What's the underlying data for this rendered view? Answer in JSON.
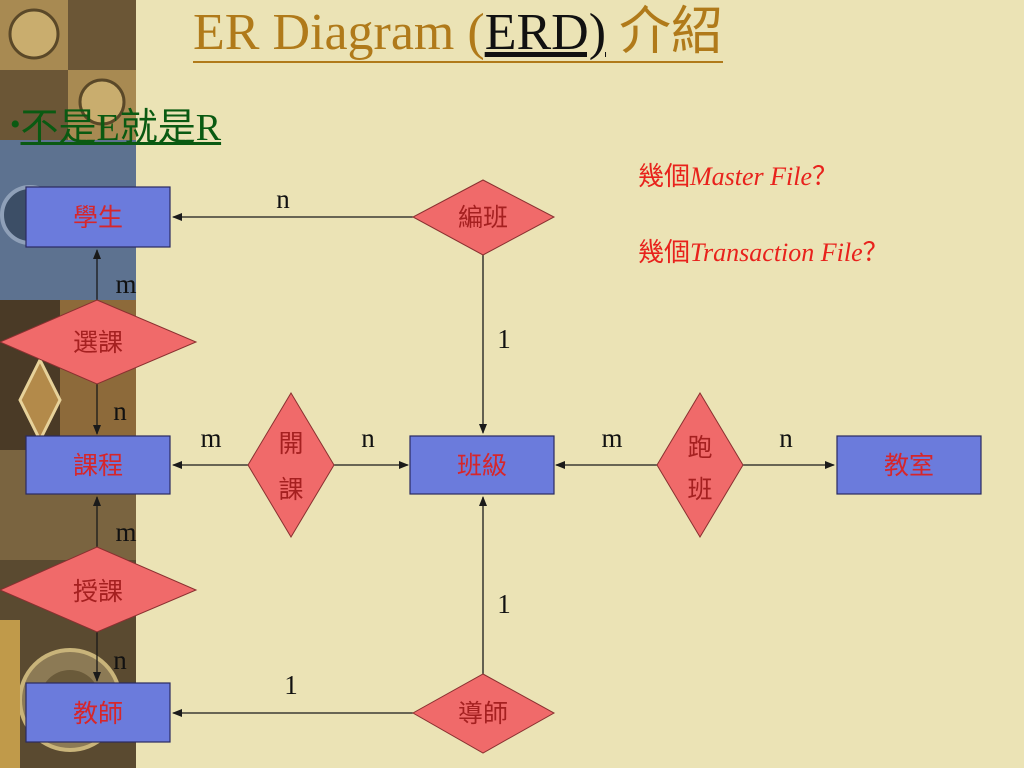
{
  "slide": {
    "title_prefix": "ER Diagram (",
    "title_erd": "ERD)",
    "title_suffix": " 介紹",
    "bullet_mark": "•",
    "bullet_text": "不是E就是R",
    "note_master_prefix": "幾個",
    "note_master_italic": "Master File",
    "note_master_q": "？",
    "note_trans_prefix": "幾個",
    "note_trans_italic": "Transaction File",
    "note_trans_q": "？"
  },
  "diagram": {
    "entities": {
      "student": "學生",
      "course": "課程",
      "teacher": "教師",
      "class": "班級",
      "classroom": "教室"
    },
    "relationships": {
      "select_course": "選課",
      "open_course_1": "開",
      "open_course_2": "課",
      "teach": "授課",
      "assign_class": "編班",
      "advisor": "導師",
      "run_class_1": "跑",
      "run_class_2": "班"
    },
    "cardinalities": {
      "assign_student": "n",
      "assign_class": "1",
      "select_student": "m",
      "select_course": "n",
      "open_course": "m",
      "open_class": "n",
      "teach_course": "m",
      "teach_teacher": "n",
      "run_class": "m",
      "run_room": "n",
      "advisor_class": "1",
      "advisor_teacher": "1"
    }
  },
  "colors": {
    "entity_fill": "#6b7bdc",
    "relationship_fill": "#f06a6a",
    "title": "#b07a1a",
    "bullet": "#0a5a12",
    "note": "#e8221c",
    "background": "#ebe3b5"
  }
}
